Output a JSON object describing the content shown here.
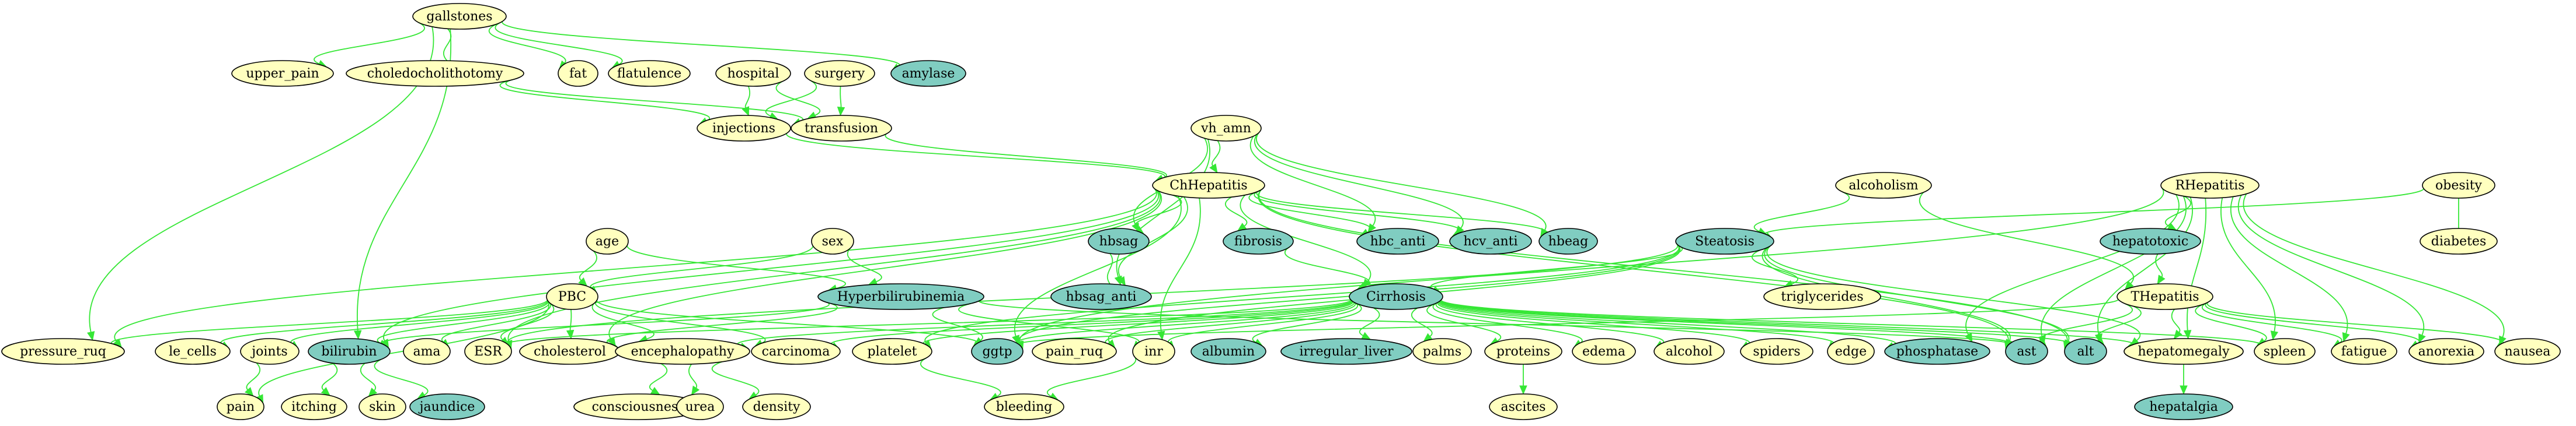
{
  "graph": {
    "colors": {
      "edge": "#35e735",
      "node_outline": "#000000",
      "node_yellow": "#ffffbf",
      "node_teal": "#80cdc1"
    },
    "nodes": [
      {
        "id": "gallstones",
        "label": "gallstones",
        "fill": "yellow"
      },
      {
        "id": "upper_pain",
        "label": "upper_pain",
        "fill": "yellow"
      },
      {
        "id": "choledocholithotomy",
        "label": "choledocholithotomy",
        "fill": "yellow"
      },
      {
        "id": "fat",
        "label": "fat",
        "fill": "yellow"
      },
      {
        "id": "flatulence",
        "label": "flatulence",
        "fill": "yellow"
      },
      {
        "id": "hospital",
        "label": "hospital",
        "fill": "yellow"
      },
      {
        "id": "surgery",
        "label": "surgery",
        "fill": "yellow"
      },
      {
        "id": "amylase",
        "label": "amylase",
        "fill": "teal"
      },
      {
        "id": "injections",
        "label": "injections",
        "fill": "yellow"
      },
      {
        "id": "transfusion",
        "label": "transfusion",
        "fill": "yellow"
      },
      {
        "id": "vh_amn",
        "label": "vh_amn",
        "fill": "yellow"
      },
      {
        "id": "ChHepatitis",
        "label": "ChHepatitis",
        "fill": "yellow"
      },
      {
        "id": "alcoholism",
        "label": "alcoholism",
        "fill": "yellow"
      },
      {
        "id": "RHepatitis",
        "label": "RHepatitis",
        "fill": "yellow"
      },
      {
        "id": "obesity",
        "label": "obesity",
        "fill": "yellow"
      },
      {
        "id": "age",
        "label": "age",
        "fill": "yellow"
      },
      {
        "id": "sex",
        "label": "sex",
        "fill": "yellow"
      },
      {
        "id": "hbsag",
        "label": "hbsag",
        "fill": "teal"
      },
      {
        "id": "fibrosis",
        "label": "fibrosis",
        "fill": "teal"
      },
      {
        "id": "hbc_anti",
        "label": "hbc_anti",
        "fill": "teal"
      },
      {
        "id": "hcv_anti",
        "label": "hcv_anti",
        "fill": "teal"
      },
      {
        "id": "hbeag",
        "label": "hbeag",
        "fill": "teal"
      },
      {
        "id": "Steatosis",
        "label": "Steatosis",
        "fill": "teal"
      },
      {
        "id": "hepatotoxic",
        "label": "hepatotoxic",
        "fill": "teal"
      },
      {
        "id": "diabetes",
        "label": "diabetes",
        "fill": "yellow"
      },
      {
        "id": "PBC",
        "label": "PBC",
        "fill": "yellow"
      },
      {
        "id": "Hyperbilirubinemia",
        "label": "Hyperbilirubinemia",
        "fill": "teal"
      },
      {
        "id": "hbsag_anti",
        "label": "hbsag_anti",
        "fill": "teal"
      },
      {
        "id": "Cirrhosis",
        "label": "Cirrhosis",
        "fill": "teal"
      },
      {
        "id": "triglycerides",
        "label": "triglycerides",
        "fill": "yellow"
      },
      {
        "id": "THepatitis",
        "label": "THepatitis",
        "fill": "yellow"
      },
      {
        "id": "pressure_ruq",
        "label": "pressure_ruq",
        "fill": "yellow"
      },
      {
        "id": "le_cells",
        "label": "le_cells",
        "fill": "yellow"
      },
      {
        "id": "joints",
        "label": "joints",
        "fill": "yellow"
      },
      {
        "id": "bilirubin",
        "label": "bilirubin",
        "fill": "teal"
      },
      {
        "id": "ama",
        "label": "ama",
        "fill": "yellow"
      },
      {
        "id": "ESR",
        "label": "ESR",
        "fill": "yellow"
      },
      {
        "id": "cholesterol",
        "label": "cholesterol",
        "fill": "yellow"
      },
      {
        "id": "encephalopathy",
        "label": "encephalopathy",
        "fill": "yellow"
      },
      {
        "id": "carcinoma",
        "label": "carcinoma",
        "fill": "yellow"
      },
      {
        "id": "platelet",
        "label": "platelet",
        "fill": "yellow"
      },
      {
        "id": "ggtp",
        "label": "ggtp",
        "fill": "teal"
      },
      {
        "id": "pain_ruq",
        "label": "pain_ruq",
        "fill": "yellow"
      },
      {
        "id": "inr",
        "label": "inr",
        "fill": "yellow"
      },
      {
        "id": "albumin",
        "label": "albumin",
        "fill": "teal"
      },
      {
        "id": "irregular_liver",
        "label": "irregular_liver",
        "fill": "teal"
      },
      {
        "id": "palms",
        "label": "palms",
        "fill": "yellow"
      },
      {
        "id": "proteins",
        "label": "proteins",
        "fill": "yellow"
      },
      {
        "id": "edema",
        "label": "edema",
        "fill": "yellow"
      },
      {
        "id": "alcohol",
        "label": "alcohol",
        "fill": "yellow"
      },
      {
        "id": "spiders",
        "label": "spiders",
        "fill": "yellow"
      },
      {
        "id": "edge",
        "label": "edge",
        "fill": "yellow"
      },
      {
        "id": "phosphatase",
        "label": "phosphatase",
        "fill": "teal"
      },
      {
        "id": "ast",
        "label": "ast",
        "fill": "teal"
      },
      {
        "id": "alt",
        "label": "alt",
        "fill": "teal"
      },
      {
        "id": "hepatomegaly",
        "label": "hepatomegaly",
        "fill": "yellow"
      },
      {
        "id": "spleen",
        "label": "spleen",
        "fill": "yellow"
      },
      {
        "id": "fatigue",
        "label": "fatigue",
        "fill": "yellow"
      },
      {
        "id": "anorexia",
        "label": "anorexia",
        "fill": "yellow"
      },
      {
        "id": "nausea",
        "label": "nausea",
        "fill": "yellow"
      },
      {
        "id": "pain",
        "label": "pain",
        "fill": "yellow"
      },
      {
        "id": "itching",
        "label": "itching",
        "fill": "yellow"
      },
      {
        "id": "skin",
        "label": "skin",
        "fill": "yellow"
      },
      {
        "id": "jaundice",
        "label": "jaundice",
        "fill": "teal"
      },
      {
        "id": "consciousness",
        "label": "consciousness",
        "fill": "yellow"
      },
      {
        "id": "urea",
        "label": "urea",
        "fill": "yellow"
      },
      {
        "id": "density",
        "label": "density",
        "fill": "yellow"
      },
      {
        "id": "bleeding",
        "label": "bleeding",
        "fill": "yellow"
      },
      {
        "id": "ascites",
        "label": "ascites",
        "fill": "yellow"
      },
      {
        "id": "hepatalgia",
        "label": "hepatalgia",
        "fill": "teal"
      }
    ],
    "edges": [
      [
        "gallstones",
        "upper_pain",
        true
      ],
      [
        "gallstones",
        "choledocholithotomy",
        false
      ],
      [
        "gallstones",
        "fat",
        true
      ],
      [
        "gallstones",
        "flatulence",
        true
      ],
      [
        "gallstones",
        "amylase",
        true
      ],
      [
        "gallstones",
        "bilirubin",
        true
      ],
      [
        "gallstones",
        "pressure_ruq",
        true
      ],
      [
        "choledocholithotomy",
        "injections",
        true
      ],
      [
        "choledocholithotomy",
        "transfusion",
        true
      ],
      [
        "hospital",
        "injections",
        true
      ],
      [
        "hospital",
        "transfusion",
        true
      ],
      [
        "surgery",
        "injections",
        true
      ],
      [
        "surgery",
        "transfusion",
        true
      ],
      [
        "injections",
        "ChHepatitis",
        true
      ],
      [
        "transfusion",
        "ChHepatitis",
        true
      ],
      [
        "vh_amn",
        "ChHepatitis",
        true
      ],
      [
        "vh_amn",
        "hbsag",
        true
      ],
      [
        "vh_amn",
        "hbsag_anti",
        true
      ],
      [
        "vh_amn",
        "hbc_anti",
        true
      ],
      [
        "vh_amn",
        "hcv_anti",
        true
      ],
      [
        "vh_amn",
        "hbeag",
        true
      ],
      [
        "ChHepatitis",
        "hbsag",
        true
      ],
      [
        "ChHepatitis",
        "fibrosis",
        true
      ],
      [
        "ChHepatitis",
        "hbc_anti",
        true
      ],
      [
        "ChHepatitis",
        "hcv_anti",
        true
      ],
      [
        "ChHepatitis",
        "hbeag",
        true
      ],
      [
        "ChHepatitis",
        "hbsag_anti",
        true
      ],
      [
        "ChHepatitis",
        "ggtp",
        true
      ],
      [
        "ChHepatitis",
        "inr",
        true
      ],
      [
        "ChHepatitis",
        "ast",
        true
      ],
      [
        "ChHepatitis",
        "alt",
        true
      ],
      [
        "ChHepatitis",
        "pressure_ruq",
        true
      ],
      [
        "ChHepatitis",
        "bilirubin",
        true
      ],
      [
        "ChHepatitis",
        "ESR",
        true
      ],
      [
        "ChHepatitis",
        "cholesterol",
        true
      ],
      [
        "ChHepatitis",
        "Cirrhosis",
        true
      ],
      [
        "hbsag",
        "hbsag_anti",
        false
      ],
      [
        "fibrosis",
        "Cirrhosis",
        true
      ],
      [
        "alcoholism",
        "Steatosis",
        true
      ],
      [
        "alcoholism",
        "THepatitis",
        true
      ],
      [
        "RHepatitis",
        "hepatotoxic",
        true
      ],
      [
        "RHepatitis",
        "ast",
        true
      ],
      [
        "RHepatitis",
        "alt",
        true
      ],
      [
        "RHepatitis",
        "phosphatase",
        true
      ],
      [
        "RHepatitis",
        "hepatomegaly",
        true
      ],
      [
        "RHepatitis",
        "spleen",
        true
      ],
      [
        "RHepatitis",
        "fatigue",
        true
      ],
      [
        "RHepatitis",
        "anorexia",
        true
      ],
      [
        "RHepatitis",
        "nausea",
        true
      ],
      [
        "RHepatitis",
        "ggtp",
        true
      ],
      [
        "obesity",
        "diabetes",
        false
      ],
      [
        "obesity",
        "Steatosis",
        true
      ],
      [
        "hepatotoxic",
        "THepatitis",
        true
      ],
      [
        "age",
        "PBC",
        true
      ],
      [
        "age",
        "Hyperbilirubinemia",
        true
      ],
      [
        "sex",
        "PBC",
        true
      ],
      [
        "sex",
        "Hyperbilirubinemia",
        true
      ],
      [
        "Steatosis",
        "Cirrhosis",
        true
      ],
      [
        "Steatosis",
        "triglycerides",
        true
      ],
      [
        "Steatosis",
        "ESR",
        true
      ],
      [
        "Steatosis",
        "ggtp",
        true
      ],
      [
        "Steatosis",
        "platelet",
        true
      ],
      [
        "Steatosis",
        "pain_ruq",
        true
      ],
      [
        "Steatosis",
        "ast",
        true
      ],
      [
        "Steatosis",
        "alt",
        true
      ],
      [
        "Steatosis",
        "hepatomegaly",
        true
      ],
      [
        "PBC",
        "pressure_ruq",
        true
      ],
      [
        "PBC",
        "le_cells",
        true
      ],
      [
        "PBC",
        "joints",
        true
      ],
      [
        "PBC",
        "bilirubin",
        true
      ],
      [
        "PBC",
        "ama",
        true
      ],
      [
        "PBC",
        "ESR",
        true
      ],
      [
        "PBC",
        "cholesterol",
        true
      ],
      [
        "PBC",
        "encephalopathy",
        true
      ],
      [
        "PBC",
        "carcinoma",
        true
      ],
      [
        "PBC",
        "ggtp",
        true
      ],
      [
        "PBC",
        "pain",
        true
      ],
      [
        "Hyperbilirubinemia",
        "bilirubin",
        true
      ],
      [
        "Hyperbilirubinemia",
        "ggtp",
        true
      ],
      [
        "Hyperbilirubinemia",
        "inr",
        true
      ],
      [
        "Hyperbilirubinemia",
        "ast",
        true
      ],
      [
        "Hyperbilirubinemia",
        "cholesterol",
        true
      ],
      [
        "Cirrhosis",
        "carcinoma",
        true
      ],
      [
        "Cirrhosis",
        "platelet",
        true
      ],
      [
        "Cirrhosis",
        "ggtp",
        true
      ],
      [
        "Cirrhosis",
        "pain_ruq",
        true
      ],
      [
        "Cirrhosis",
        "inr",
        true
      ],
      [
        "Cirrhosis",
        "albumin",
        true
      ],
      [
        "Cirrhosis",
        "irregular_liver",
        true
      ],
      [
        "Cirrhosis",
        "palms",
        true
      ],
      [
        "Cirrhosis",
        "proteins",
        true
      ],
      [
        "Cirrhosis",
        "edema",
        true
      ],
      [
        "Cirrhosis",
        "alcohol",
        true
      ],
      [
        "Cirrhosis",
        "spiders",
        true
      ],
      [
        "Cirrhosis",
        "edge",
        true
      ],
      [
        "Cirrhosis",
        "phosphatase",
        true
      ],
      [
        "Cirrhosis",
        "ast",
        true
      ],
      [
        "Cirrhosis",
        "alt",
        true
      ],
      [
        "Cirrhosis",
        "hepatomegaly",
        true
      ],
      [
        "Cirrhosis",
        "spleen",
        true
      ],
      [
        "Cirrhosis",
        "ESR",
        true
      ],
      [
        "Cirrhosis",
        "encephalopathy",
        true
      ],
      [
        "THepatitis",
        "hepatomegaly",
        true
      ],
      [
        "THepatitis",
        "spleen",
        true
      ],
      [
        "THepatitis",
        "fatigue",
        true
      ],
      [
        "THepatitis",
        "anorexia",
        true
      ],
      [
        "THepatitis",
        "nausea",
        true
      ],
      [
        "THepatitis",
        "ast",
        true
      ],
      [
        "THepatitis",
        "alt",
        true
      ],
      [
        "THepatitis",
        "ggtp",
        true
      ],
      [
        "bilirubin",
        "itching",
        true
      ],
      [
        "bilirubin",
        "skin",
        true
      ],
      [
        "bilirubin",
        "jaundice",
        true
      ],
      [
        "joints",
        "pain",
        true
      ],
      [
        "encephalopathy",
        "consciousness",
        true
      ],
      [
        "encephalopathy",
        "urea",
        true
      ],
      [
        "encephalopathy",
        "density",
        true
      ],
      [
        "platelet",
        "bleeding",
        true
      ],
      [
        "inr",
        "bleeding",
        true
      ],
      [
        "proteins",
        "ascites",
        true
      ],
      [
        "hepatomegaly",
        "hepatalgia",
        true
      ]
    ]
  }
}
